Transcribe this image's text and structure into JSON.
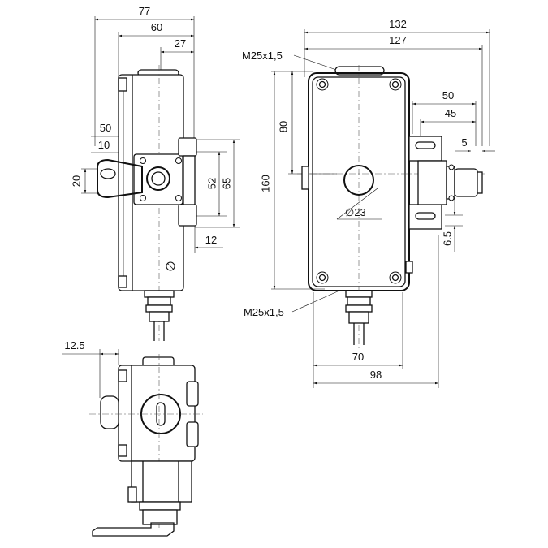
{
  "side_view": {
    "dims": {
      "d77": "77",
      "d60": "60",
      "d27": "27",
      "d50": "50",
      "d10": "10",
      "d20": "20",
      "d52": "52",
      "d65": "65",
      "d12": "12"
    }
  },
  "front_view": {
    "dims": {
      "d132": "132",
      "d127": "127",
      "d50": "50",
      "d45": "45",
      "d5": "5",
      "d80": "80",
      "d160": "160",
      "d23": "∅23",
      "d65": "6.5",
      "d70": "70",
      "d98": "98"
    },
    "thread_top": "M25x1,5",
    "thread_bottom": "M25x1,5"
  },
  "bottom_view": {
    "dims": {
      "d125": "12.5"
    }
  }
}
